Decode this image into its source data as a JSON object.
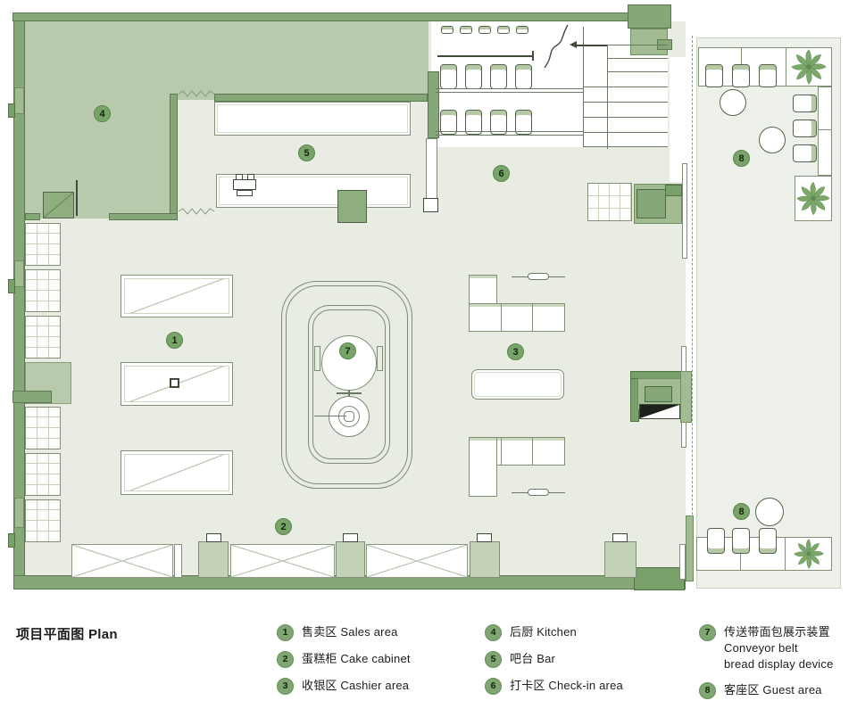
{
  "title": "项目平面图 Plan",
  "legend": {
    "items": [
      {
        "num": "1",
        "label": "售卖区 Sales area"
      },
      {
        "num": "2",
        "label": "蛋糕柜 Cake cabinet"
      },
      {
        "num": "3",
        "label": "收银区 Cashier area"
      },
      {
        "num": "4",
        "label": "后厨 Kitchen"
      },
      {
        "num": "5",
        "label": "吧台 Bar"
      },
      {
        "num": "6",
        "label": "打卡区 Check-in area"
      },
      {
        "num": "7",
        "label": "传送带面包展示装置",
        "label_line2": "Conveyor belt",
        "label_line3": "bread display device"
      },
      {
        "num": "8",
        "label": "客座区 Guest area"
      }
    ]
  },
  "markers": {
    "sales": "1",
    "cake": "2",
    "cashier": "3",
    "kitchen": "4",
    "bar": "5",
    "checkin": "6",
    "conveyor": "7",
    "guest": "8"
  },
  "colors": {
    "wall": "#86a879",
    "wall_light": "#a3bb93",
    "floor_main": "#e8ece3",
    "floor_kitchen": "#b9c9ac",
    "floor_terrace": "#eef1e9",
    "marker": "#79a468",
    "legend_circle": "#7fa571",
    "accent_seat": "#b6c9a6",
    "outline": "#55624b"
  }
}
